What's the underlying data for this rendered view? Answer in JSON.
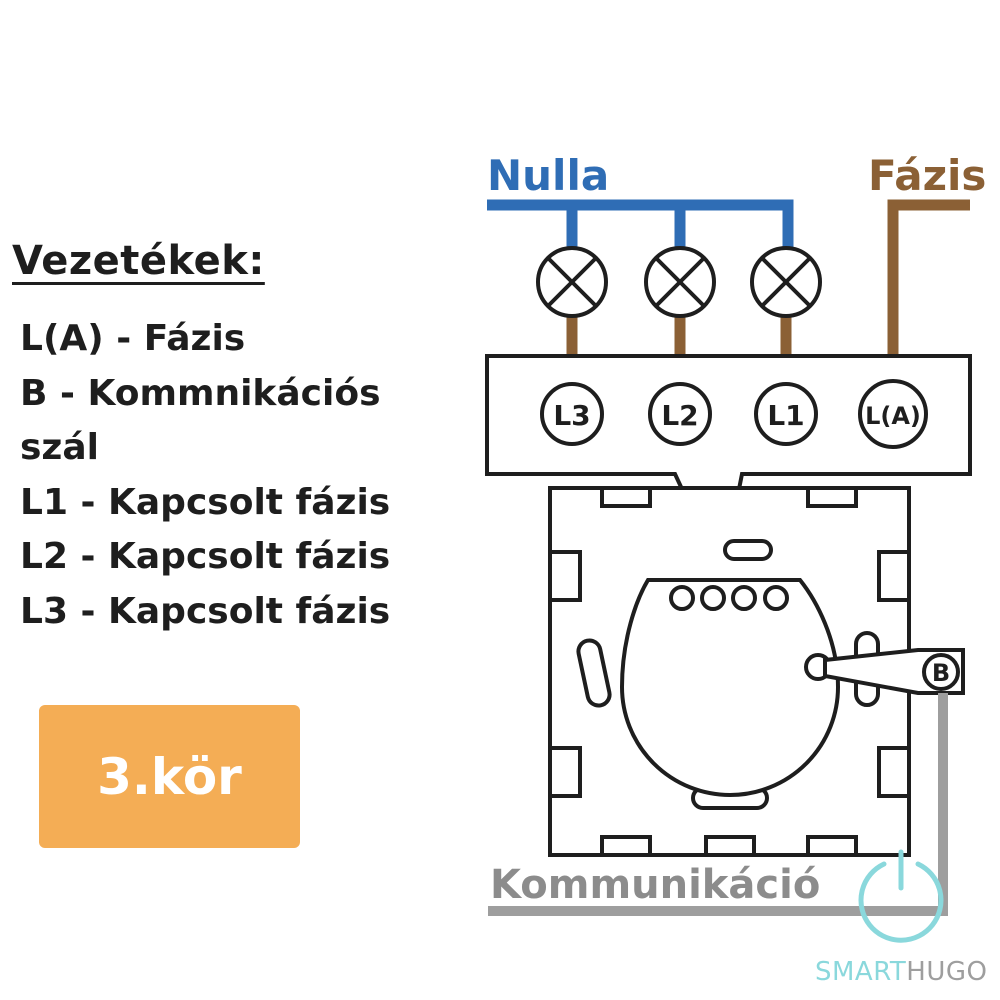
{
  "legend": {
    "title": "Vezetékek:",
    "items": [
      "L(A) - Fázis",
      "B - Kommnikációs",
      "szál",
      "L1 - Kapcsolt fázis",
      "L2 - Kapcsolt fázis",
      "L3 - Kapcsolt fázis"
    ]
  },
  "badge": {
    "label": "3.kör"
  },
  "diagram": {
    "neutral_label": "Nulla",
    "phase_label": "Fázis",
    "communication_label": "Kommunikáció",
    "terminals": [
      "L3",
      "L2",
      "L1",
      "L(A)"
    ],
    "b_terminal": "B",
    "lamp_count": 3
  },
  "brand": {
    "part1": "SMART",
    "part2": "HUGO"
  },
  "colors": {
    "neutral": "#2f6db5",
    "phase": "#8b6035",
    "communication": "#9e9e9e",
    "badge": "#f4ad55",
    "outline": "#1e1e1e",
    "brand": "#8ad8dc"
  }
}
